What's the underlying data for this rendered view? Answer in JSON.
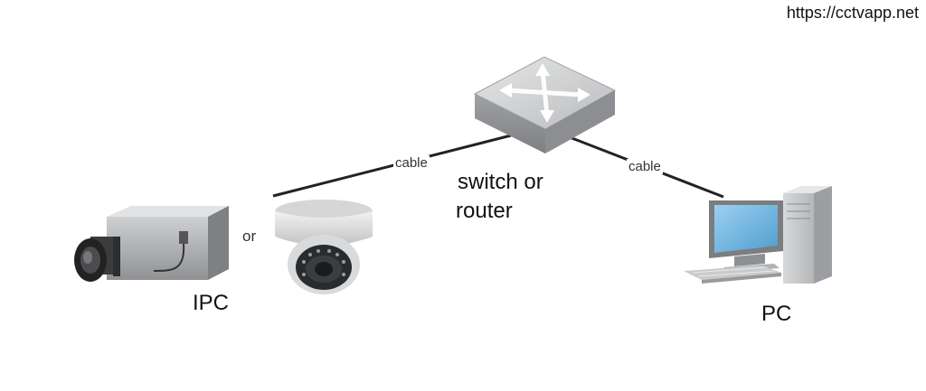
{
  "watermark_url": "https://cctvapp.net",
  "labels": {
    "cable_left": "cable",
    "cable_right": "cable",
    "switch": "switch or",
    "router": "router",
    "or": "or",
    "ipc": "IPC",
    "pc": "PC"
  },
  "icons": [
    "box-camera-icon",
    "dome-camera-icon",
    "network-switch-icon",
    "desktop-pc-icon"
  ],
  "colors": {
    "device_gray": "#a9abae",
    "screen_blue": "#6fb4dd",
    "line": "#222222"
  }
}
